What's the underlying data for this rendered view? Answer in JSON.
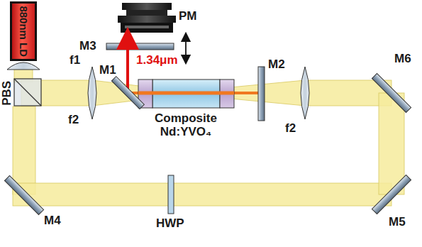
{
  "diagram": {
    "nodes": [
      {
        "text": [
          "880nm LD"
        ]
      }
    ],
    "labels": [
      "PM",
      "1.34μm",
      "M3",
      "f1",
      "PBS",
      "f2",
      "M1",
      "Composite Nd:YVO₄",
      "M2",
      "f2",
      "M6",
      "M5",
      "M4",
      "HWP"
    ]
  }
}
